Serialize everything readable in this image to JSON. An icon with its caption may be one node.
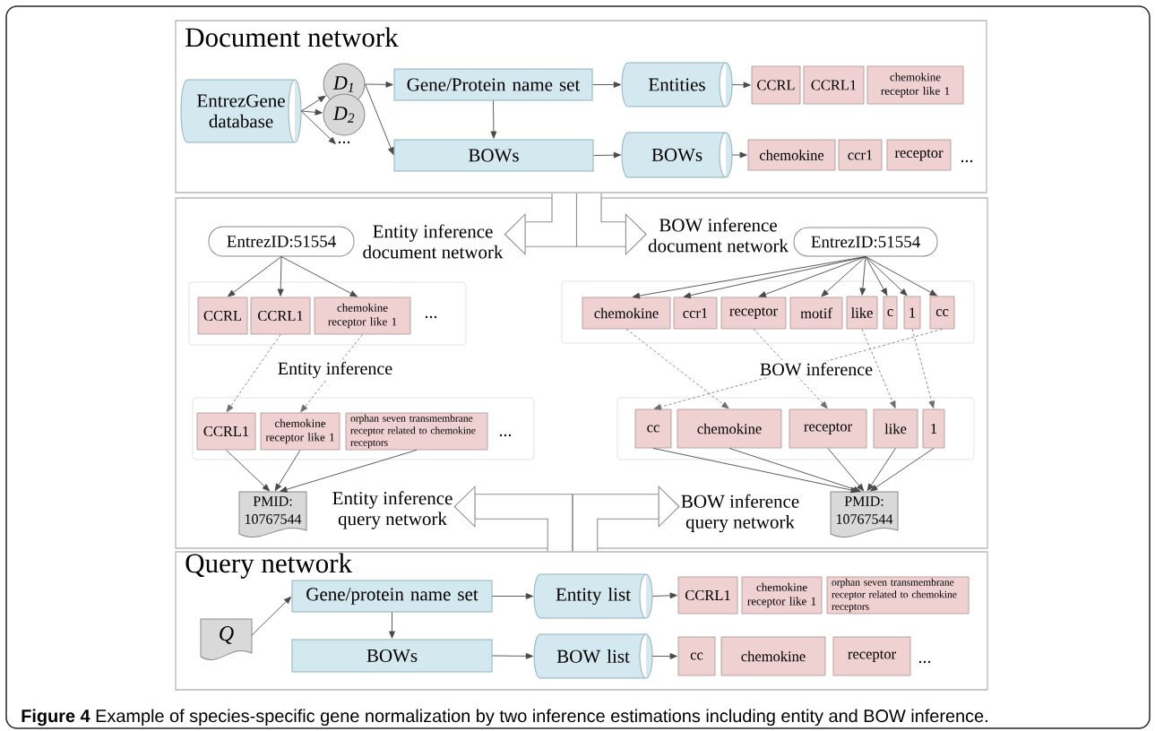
{
  "diagram": {
    "caption": "**Figure 4** Example of species-specific gene normalization by two inference estimations including entity and BOW inference.",
    "nodes": [
      {
        "text": [
          "Document network"
        ]
      },
      {
        "text": [
          "EntrezGene database"
        ],
        "in": 0
      },
      {
        "text": [
          "D$_{1}$"
        ],
        "in": 0
      },
      {
        "text": [
          "D$_{2}$"
        ],
        "in": 0
      },
      {
        "text": [
          "..."
        ],
        "in": 0
      },
      {
        "text": [
          "Gene/Protein name set"
        ],
        "in": 0
      },
      {
        "text": [
          "BOWs"
        ],
        "in": 0
      },
      {
        "text": [
          "Entities"
        ],
        "in": 0
      },
      {
        "text": [
          "CCRL"
        ],
        "in": 0
      },
      {
        "text": [
          "CCRL1"
        ],
        "in": 0
      },
      {
        "text": [
          "chemokine receptor like 1"
        ],
        "in": 0
      },
      {
        "text": [
          "BOWs"
        ],
        "in": 0
      },
      {
        "text": [
          "chemokine"
        ],
        "in": 0
      },
      {
        "text": [
          "ccr1"
        ],
        "in": 0
      },
      {
        "text": [
          "receptor"
        ],
        "in": 0
      },
      {
        "text": [],
        "shape": "box"
      },
      {
        "text": [
          "Entity inference document network"
        ],
        "in": 15
      },
      {
        "text": [
          "BOW inference document network"
        ],
        "in": 15
      },
      {
        "text": [
          "EntrezID:51554"
        ],
        "in": 15
      },
      {
        "text": [
          "EntrezID:51554"
        ],
        "in": 15
      },
      {
        "text": [],
        "shape": "box",
        "in": 15
      },
      {
        "text": [
          "CCRL"
        ],
        "in": 20
      },
      {
        "text": [
          "CCRL1"
        ],
        "in": 20
      },
      {
        "text": [
          "chemokine receptor like 1"
        ],
        "in": 20
      },
      {
        "text": [],
        "shape": "box",
        "in": 15
      },
      {
        "text": [
          "chemokine"
        ],
        "in": 24
      },
      {
        "text": [
          "ccr1"
        ],
        "in": 24
      },
      {
        "text": [
          "receptor"
        ],
        "in": 24
      },
      {
        "text": [
          "motif"
        ],
        "in": 24
      },
      {
        "text": [
          "like"
        ],
        "in": 24
      },
      {
        "text": [
          "c"
        ],
        "in": 24
      },
      {
        "text": [
          "1"
        ],
        "in": 24
      },
      {
        "text": [
          "cc"
        ],
        "in": 24
      },
      {
        "text": [],
        "shape": "box",
        "in": 15
      },
      {
        "text": [
          "CCRL1"
        ],
        "in": 33
      },
      {
        "text": [
          "chemokine receptor like 1"
        ],
        "in": 33
      },
      {
        "text": [
          "orphan seven transmembrane receptor related to chemokine receptors"
        ],
        "in": 33
      },
      {
        "text": [],
        "shape": "box",
        "in": 15
      },
      {
        "text": [
          "cc"
        ],
        "in": 37
      },
      {
        "text": [
          "chemokine"
        ],
        "in": 37
      },
      {
        "text": [
          "receptor"
        ],
        "in": 37
      },
      {
        "text": [
          "like"
        ],
        "in": 37
      },
      {
        "text": [
          "1"
        ],
        "in": 37
      },
      {
        "text": [
          "PMID: 10767544"
        ],
        "in": 15
      },
      {
        "text": [
          "Entity inference query network"
        ],
        "in": 15
      },
      {
        "text": [
          "BOW inference query network"
        ],
        "in": 15
      },
      {
        "text": [
          "PMID: 10767544"
        ],
        "in": 15
      },
      {
        "text": [
          "Query network"
        ]
      },
      {
        "text": [
          "Q"
        ],
        "in": 47
      },
      {
        "text": [
          "Gene/protein name set"
        ],
        "in": 47
      },
      {
        "text": [
          "BOWs"
        ],
        "in": 47
      },
      {
        "text": [
          "Entity list"
        ],
        "in": 47
      },
      {
        "text": [
          "CCRL1"
        ],
        "in": 47
      },
      {
        "text": [
          "chemokine receptor like 1"
        ],
        "in": 47
      },
      {
        "text": [
          "orphan seven transmembrane receptor related to chemokine receptors"
        ],
        "in": 47
      },
      {
        "text": [
          "BOW list"
        ],
        "in": 47
      },
      {
        "text": [
          "cc"
        ],
        "in": 47
      },
      {
        "text": [
          "chemokine"
        ],
        "in": 47
      },
      {
        "text": [
          "receptor"
        ],
        "in": 47
      }
    ],
    "edges": [
      {
        "from": 1,
        "to": 2,
        "arrow": "to"
      },
      {
        "from": 1,
        "to": 3,
        "arrow": "to"
      },
      {
        "from": 1,
        "to": 4,
        "arrow": "to"
      },
      {
        "from": 2,
        "to": 5,
        "arrow": "to"
      },
      {
        "from": 2,
        "to": 6,
        "arrow": "to"
      },
      {
        "from": 5,
        "to": 6,
        "arrow": "to"
      },
      {
        "from": 5,
        "to": 7,
        "arrow": "to"
      },
      {
        "from": 7,
        "to": 8,
        "arrow": "to"
      },
      {
        "from": 6,
        "to": 11,
        "arrow": "to"
      },
      {
        "from": 11,
        "to": 12,
        "arrow": "to"
      },
      {
        "from": 0,
        "to": 16,
        "arrow": "to",
        "style": "thick"
      },
      {
        "from": 0,
        "to": 17,
        "arrow": "to",
        "style": "thick"
      },
      {
        "from": 18,
        "to": 21,
        "arrow": "to"
      },
      {
        "from": 18,
        "to": 22,
        "arrow": "to"
      },
      {
        "from": 18,
        "to": 23,
        "arrow": "to"
      },
      {
        "from": 19,
        "to": 25,
        "arrow": "to"
      },
      {
        "from": 19,
        "to": 26,
        "arrow": "to"
      },
      {
        "from": 19,
        "to": 27,
        "arrow": "to"
      },
      {
        "from": 19,
        "to": 28,
        "arrow": "to"
      },
      {
        "from": 19,
        "to": 29,
        "arrow": "to"
      },
      {
        "from": 19,
        "to": 30,
        "arrow": "to"
      },
      {
        "from": 19,
        "to": 31,
        "arrow": "to"
      },
      {
        "from": 19,
        "to": 32,
        "arrow": "to"
      },
      {
        "from": 22,
        "to": 34,
        "arrow": "to",
        "style": "dashed"
      },
      {
        "from": 23,
        "to": 35,
        "arrow": "to",
        "style": "dashed"
      },
      {
        "from": 25,
        "to": 39,
        "arrow": "to",
        "style": "dashed"
      },
      {
        "from": 27,
        "to": 40,
        "arrow": "to",
        "style": "dashed"
      },
      {
        "from": 29,
        "to": 41,
        "arrow": "to",
        "style": "dashed"
      },
      {
        "from": 31,
        "to": 42,
        "arrow": "to",
        "style": "dashed"
      },
      {
        "from": 32,
        "to": 38,
        "arrow": "to",
        "style": "dashed"
      },
      {
        "from": 34,
        "to": 43,
        "arrow": "to"
      },
      {
        "from": 35,
        "to": 43,
        "arrow": "to"
      },
      {
        "from": 36,
        "to": 43,
        "arrow": "to"
      },
      {
        "from": 38,
        "to": 46,
        "arrow": "to"
      },
      {
        "from": 39,
        "to": 46,
        "arrow": "to"
      },
      {
        "from": 40,
        "to": 46,
        "arrow": "to"
      },
      {
        "from": 41,
        "to": 46,
        "arrow": "to"
      },
      {
        "from": 42,
        "to": 46,
        "arrow": "to"
      },
      {
        "from": 47,
        "to": 44,
        "arrow": "to",
        "style": "thick"
      },
      {
        "from": 47,
        "to": 45,
        "arrow": "to",
        "style": "thick"
      },
      {
        "from": 48,
        "to": 49,
        "arrow": "to"
      },
      {
        "from": 49,
        "to": 50,
        "arrow": "to"
      },
      {
        "from": 49,
        "to": 51,
        "arrow": "to"
      },
      {
        "from": 51,
        "to": 52,
        "arrow": "to"
      },
      {
        "from": 50,
        "to": 55,
        "arrow": "to"
      },
      {
        "from": 55,
        "to": 56,
        "arrow": "to"
      }
    ],
    "labels": [
      "...",
      "...",
      "Entity inference",
      "BOW inference",
      "...",
      "..."
    ]
  }
}
